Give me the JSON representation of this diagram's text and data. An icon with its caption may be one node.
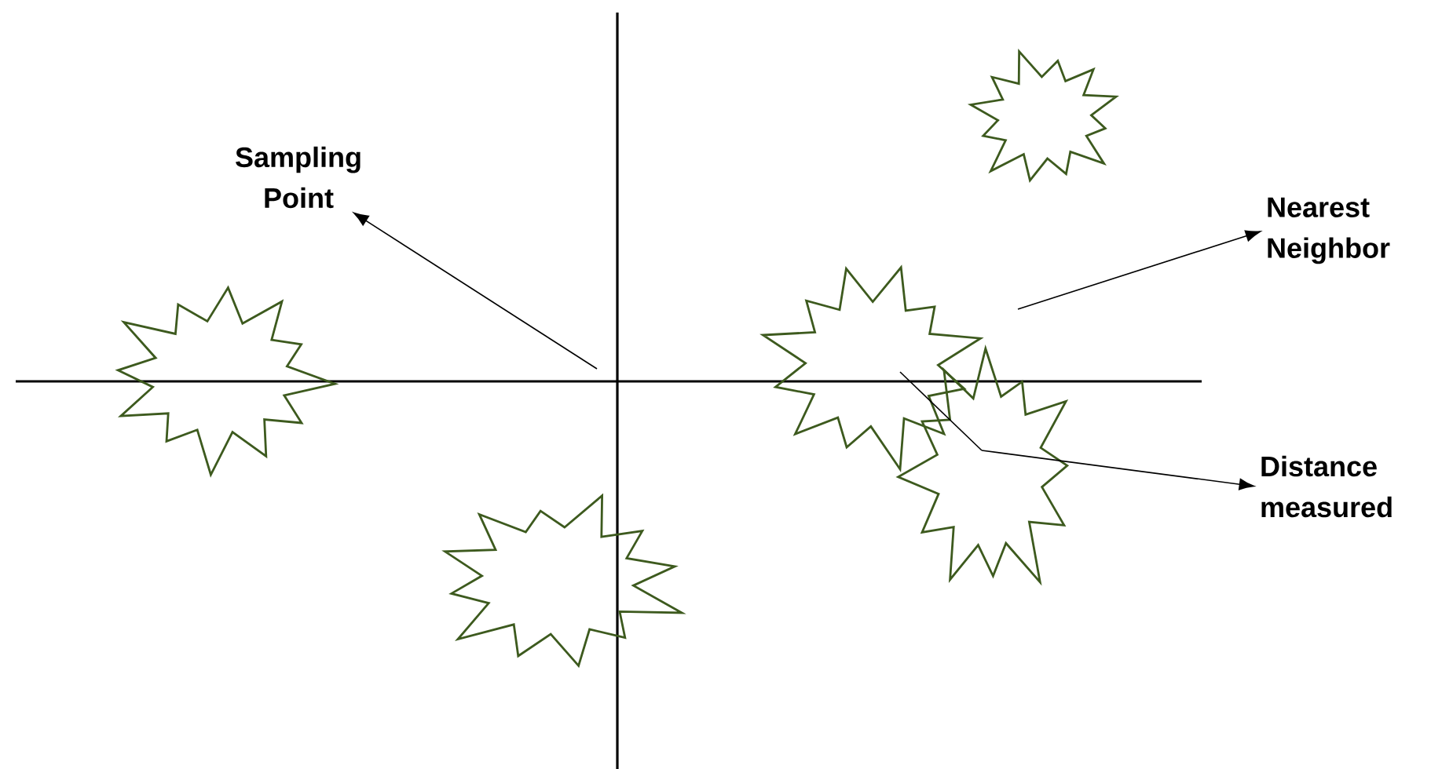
{
  "diagram": {
    "nodes": [
      {
        "text": [
          "Sampling Point"
        ]
      },
      {
        "text": [],
        "shape": "star"
      },
      {
        "text": [
          "Nearest Neighbor"
        ]
      },
      {
        "text": [],
        "shape": "star"
      },
      {
        "text": [],
        "shape": "star"
      },
      {
        "text": [],
        "shape": "star"
      },
      {
        "text": [
          "Distance measured"
        ]
      },
      {
        "text": [],
        "shape": "star"
      }
    ],
    "edges": [
      {
        "from": null,
        "to": 0,
        "arrow": "to"
      },
      {
        "from": null,
        "to": 2,
        "arrow": "to"
      },
      {
        "from": 4,
        "to": 5,
        "arrow": "none"
      },
      {
        "from": 5,
        "to": 6,
        "arrow": "to"
      }
    ]
  }
}
